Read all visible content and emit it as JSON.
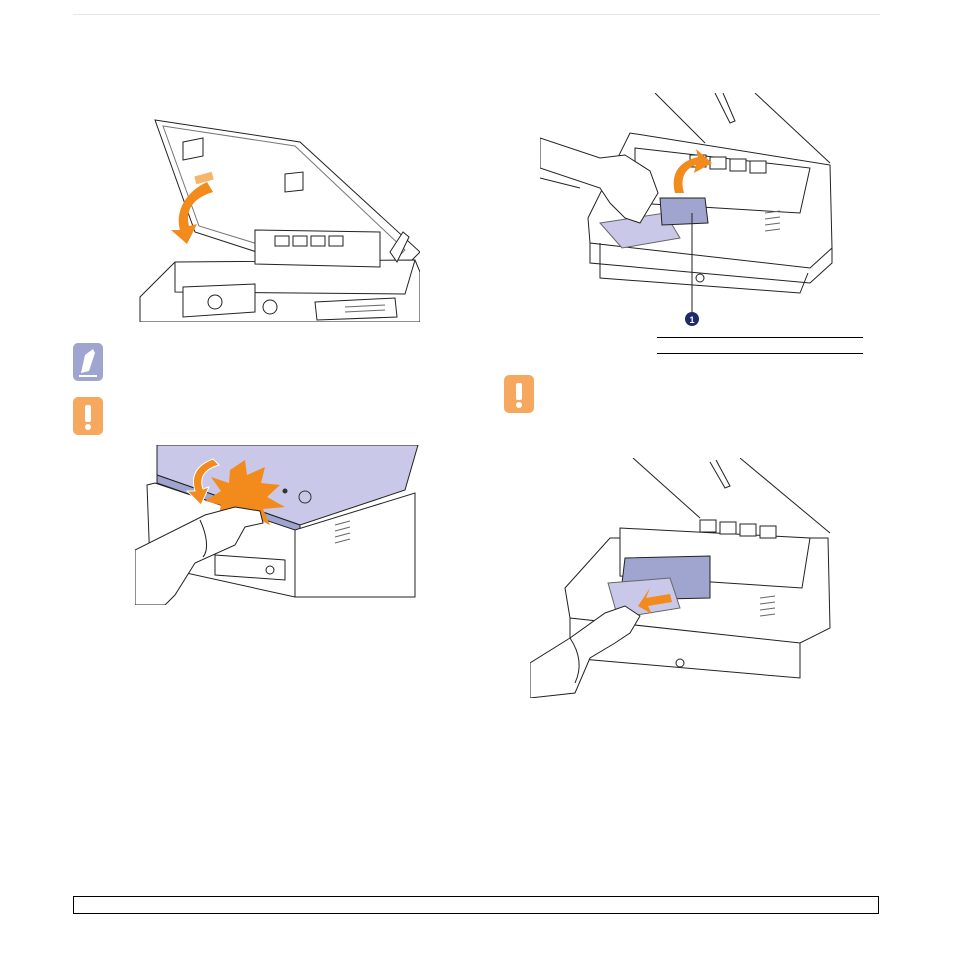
{
  "figures": {
    "close_cover": {
      "icon": "close-scan-unit-illustration"
    },
    "pinch_warning": {
      "icon": "finger-pinch-illustration"
    },
    "open_fuser_lever": {
      "icon": "lift-paper-guide-illustration",
      "callout_number": "1"
    },
    "pull_paper": {
      "icon": "pull-jammed-paper-illustration"
    }
  },
  "icons": {
    "note": "note-icon",
    "caution": "caution-icon",
    "caution_color": "#f6a95e",
    "note_color": "#9fa5cf"
  },
  "colors": {
    "arrow_orange": "#f28a1c",
    "paper_lavender": "#c9c8e8",
    "callout_navy": "#1f2a6b"
  }
}
